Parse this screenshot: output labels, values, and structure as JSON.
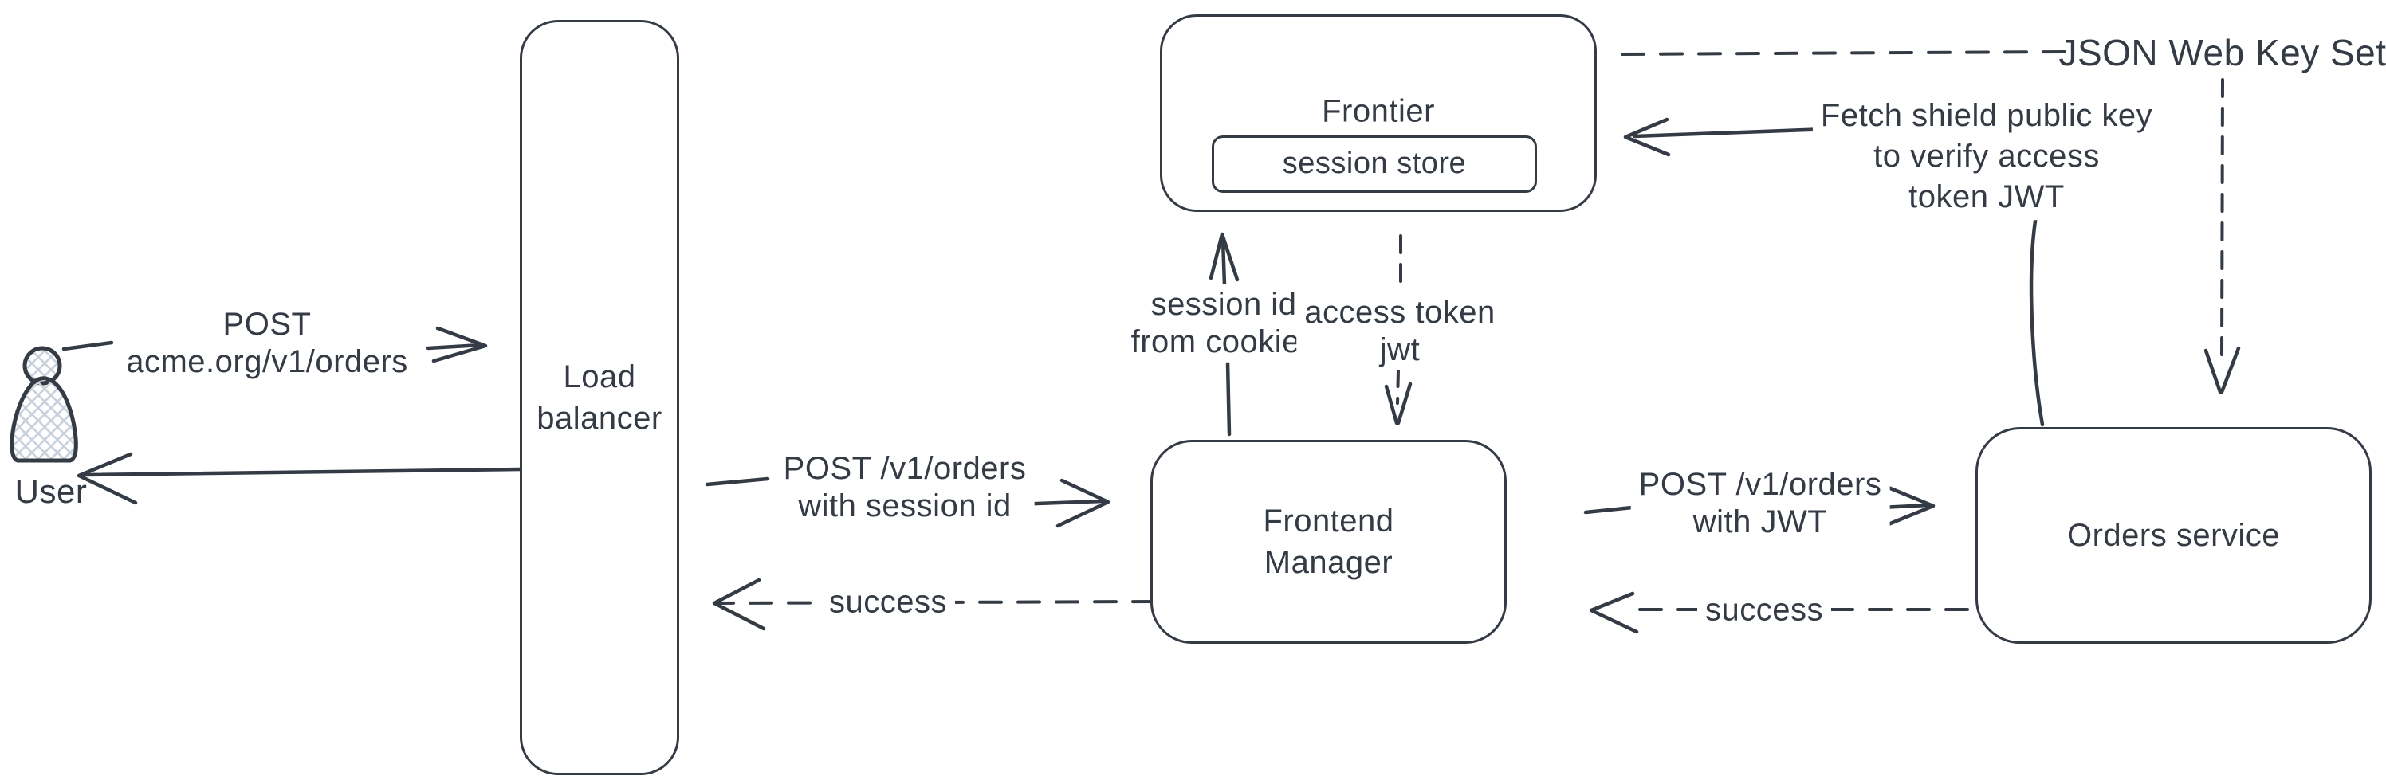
{
  "colors": {
    "stroke": "#343b45",
    "hatch_fill": "#c9d2dc",
    "background": "#ffffff"
  },
  "nodes": {
    "user": {
      "label": "User"
    },
    "load_balancer": {
      "line1": "Load",
      "line2": "balancer"
    },
    "frontier": {
      "label": "Frontier"
    },
    "session_store": {
      "label": "session store"
    },
    "frontend_manager": {
      "line1": "Frontend",
      "line2": "Manager"
    },
    "orders_service": {
      "label": "Orders service"
    }
  },
  "edges": {
    "user_to_lb": {
      "line1": "POST",
      "line2": "acme.org/v1/orders"
    },
    "lb_to_fm": {
      "line1": "POST /v1/orders",
      "line2": "with session id"
    },
    "fm_to_lb_success": {
      "label": "success"
    },
    "fm_to_frontier": {
      "line1": "session id",
      "line2": "from cookies"
    },
    "frontier_to_fm": {
      "line1": "access token",
      "line2": "jwt"
    },
    "fm_to_orders": {
      "line1": "POST /v1/orders",
      "line2": "with JWT"
    },
    "orders_to_fm_success": {
      "label": "success"
    },
    "orders_to_frontier": {
      "line1": "Fetch shield public key",
      "line2": "to verify access",
      "line3": "token JWT"
    },
    "jwks": {
      "label": "JSON Web Key Set"
    }
  }
}
